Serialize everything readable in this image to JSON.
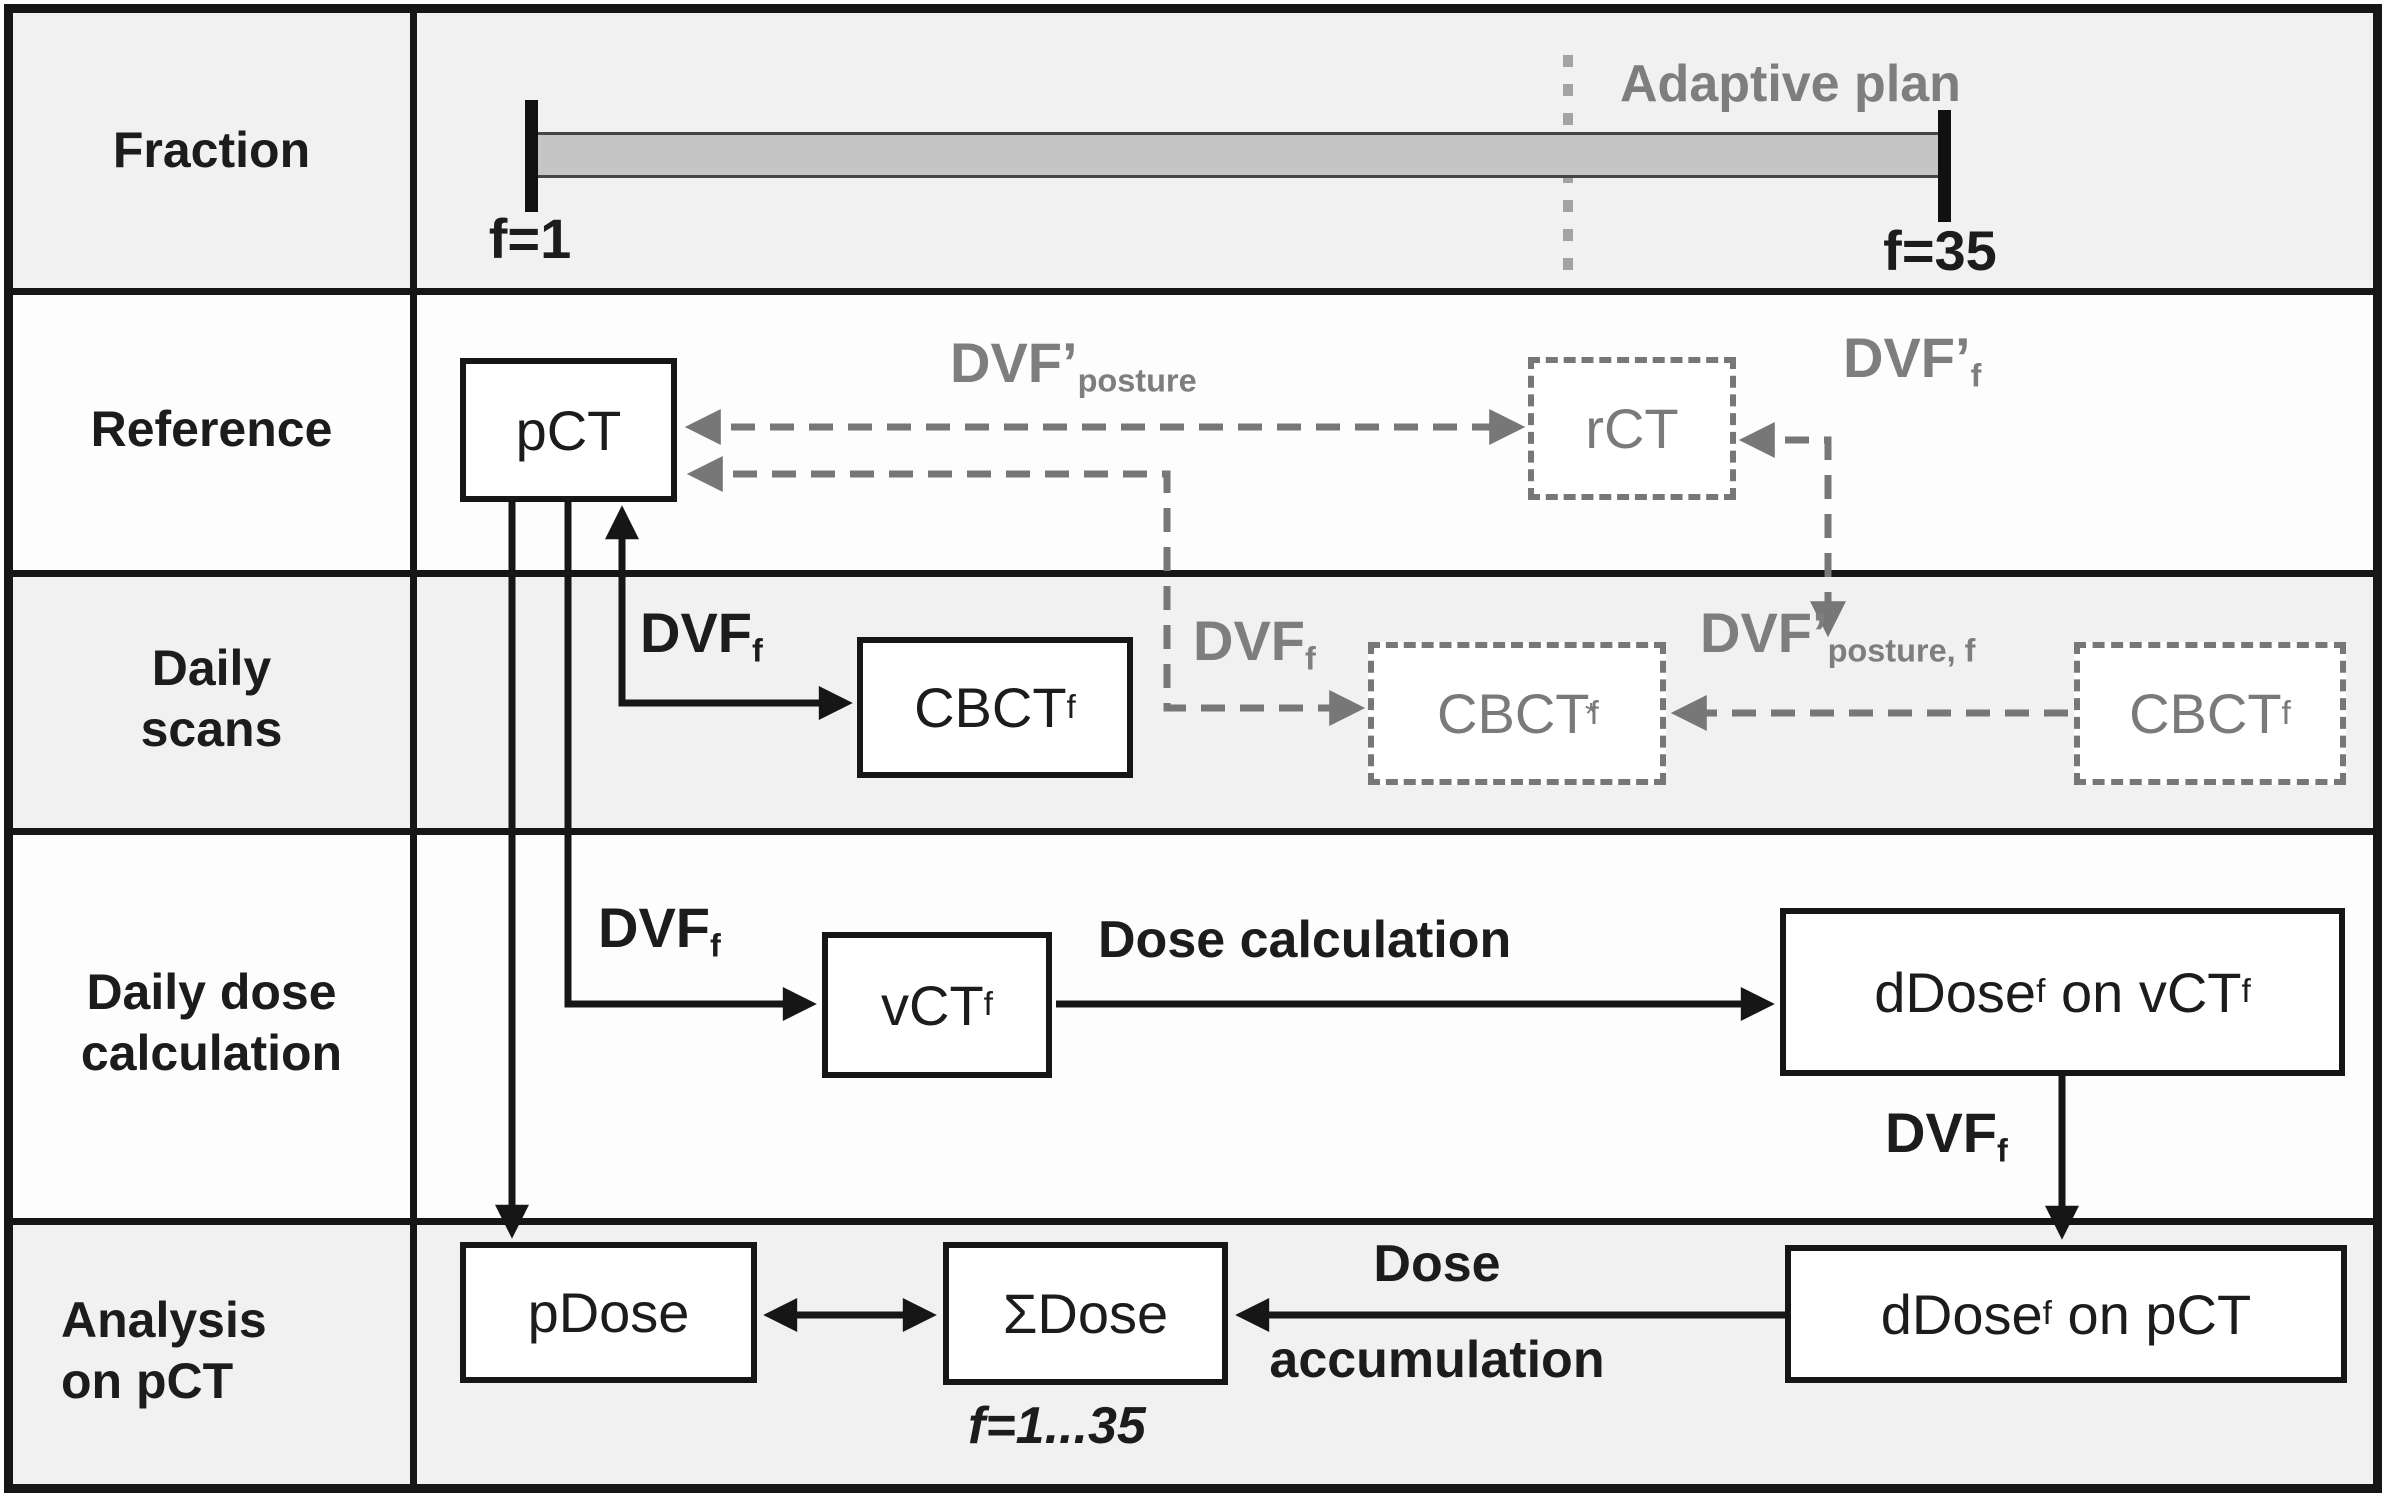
{
  "diagram": {
    "row_labels": [
      "Fraction",
      "Reference",
      "Daily\nscans",
      "Daily dose\ncalculation",
      "Analysis\non pCT"
    ],
    "timeline": {
      "start_tick_label": "f=1",
      "end_tick_label": "f=35",
      "adaptive_label": "Adaptive plan"
    },
    "boxes": {
      "pct": "pCT",
      "rct": "rCT",
      "cbct": {
        "main": "CBCT",
        "sub": "f"
      },
      "cbct_star": {
        "main": "CBCT",
        "sub": "f",
        "sup": "*"
      },
      "cbct_right": {
        "main": "CBCT",
        "sub": "f"
      },
      "vct": {
        "main": "vCT",
        "sub": "f"
      },
      "ddose_vct": {
        "t1": "dDose",
        "s1": "f",
        "t2": " on vCT",
        "s2": "f"
      },
      "pdose": "pDose",
      "sdose": "ΣDose",
      "ddose_pct": {
        "t1": "dDose",
        "s1": "f",
        "t2": " on pCT"
      }
    },
    "labels": {
      "dvf_posture": {
        "main": "DVF’",
        "sub": "posture"
      },
      "dvf_prime_f": {
        "main": "DVF’",
        "sub": "f"
      },
      "dvf_f_gray": {
        "main": "DVF",
        "sub": "f"
      },
      "dvf_posture_f": {
        "main": "DVF’",
        "sub": "posture, f"
      },
      "dvf_f_scan": {
        "main": "DVF",
        "sub": "f"
      },
      "dvf_f_dose": {
        "main": "DVF",
        "sub": "f"
      },
      "dvf_f_accum": {
        "main": "DVF",
        "sub": "f"
      },
      "dose_calculation": "Dose calculation",
      "dose_accum_line1": "Dose",
      "dose_accum_line2": "accumulation",
      "sum_range": "f=1...35"
    },
    "colors": {
      "black": "#161616",
      "gray_dashed": "#777777",
      "gray_text": "#7e7e7e",
      "row_shade": "#f1f1f1",
      "timeline_bar": "#c5c5c5",
      "dotted_divider": "#a3a3a3"
    }
  }
}
